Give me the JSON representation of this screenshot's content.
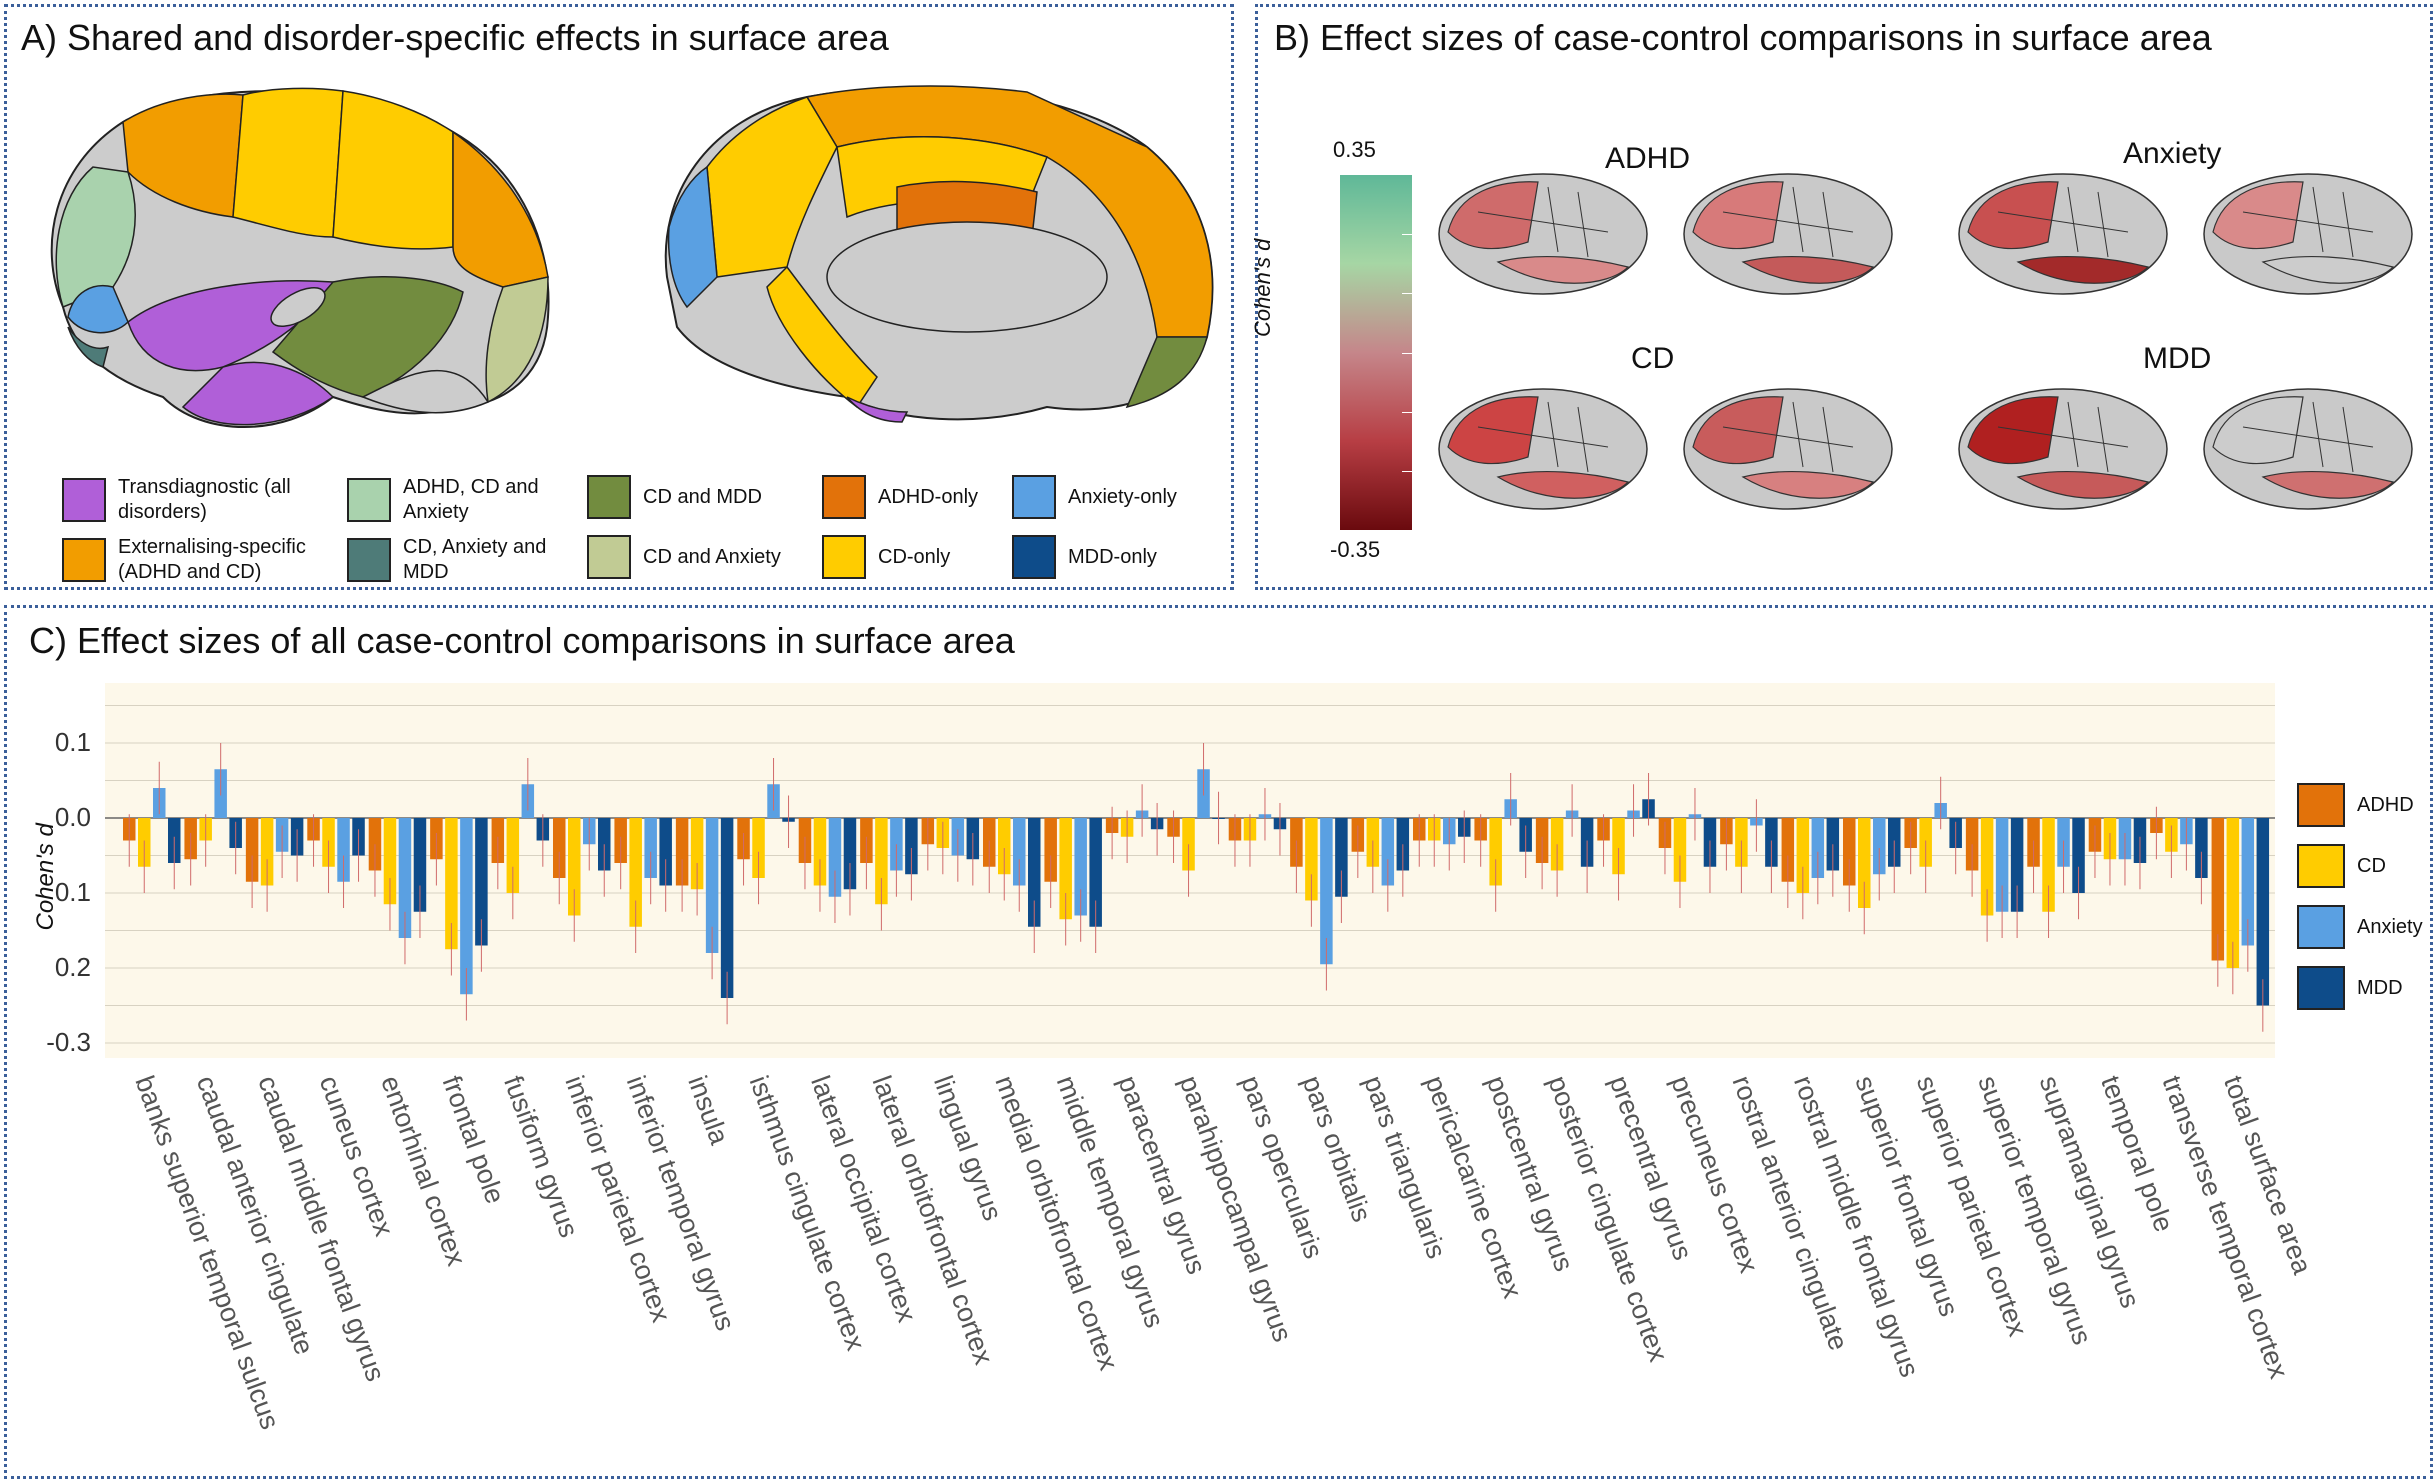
{
  "panels": {
    "a_title": "A) Shared and disorder-specific effects in surface area",
    "b_title": "B) Effect sizes of case-control comparisons in surface area",
    "c_title": "C) Effect sizes of all case-control comparisons in surface area"
  },
  "panel_a": {
    "legend": [
      {
        "label": "Transdiagnostic (all disorders)",
        "color": "#b05fd8"
      },
      {
        "label": "ADHD, CD and Anxiety",
        "color": "#a9d2ad"
      },
      {
        "label": "CD and MDD",
        "color": "#728c3f"
      },
      {
        "label": "ADHD-only",
        "color": "#e2720a"
      },
      {
        "label": "Anxiety-only",
        "color": "#5aa0e2"
      },
      {
        "label": "Externalising-specific (ADHD and CD)",
        "color": "#f29d00"
      },
      {
        "label": "CD, Anxiety and MDD",
        "color": "#4e7b78"
      },
      {
        "label": "CD and Anxiety",
        "color": "#c1cb94"
      },
      {
        "label": "CD-only",
        "color": "#ffcc00"
      },
      {
        "label": "MDD-only",
        "color": "#0e4c8a"
      }
    ]
  },
  "panel_b": {
    "colorbar": {
      "max_label": "0.35",
      "min_label": "-0.35",
      "title": "Cohen's d",
      "colors": [
        "#5fb898",
        "#a6d6a4",
        "#c5868a",
        "#b73e44",
        "#6a0a0e"
      ]
    },
    "groups": [
      "ADHD",
      "Anxiety",
      "CD",
      "MDD"
    ]
  },
  "chart_data": {
    "type": "bar",
    "ylabel": "Cohen's d",
    "ylim": [
      -0.32,
      0.18
    ],
    "y_ticks": [
      {
        "v": 0.1,
        "label": "0.1"
      },
      {
        "v": 0.0,
        "label": "0.0"
      },
      {
        "v": -0.1,
        "label": "0.1"
      },
      {
        "v": -0.2,
        "label": "0.2"
      },
      {
        "v": -0.3,
        "label": "-0.3"
      }
    ],
    "colors": {
      "ADHD": "#e2720a",
      "CD": "#ffcc00",
      "Anxiety": "#5aa0e2",
      "MDD": "#0e4c8a"
    },
    "categories": [
      "banks superior temporal sulcus",
      "caudal anterior cingulate",
      "caudal middle frontal gyrus",
      "cuneus cortex",
      "entorhinal cortex",
      "frontal pole",
      "fusiform gyrus",
      "inferior parietal cortex",
      "inferior temporal gyrus",
      "insula",
      "isthmus cingulate cortex",
      "lateral occipital cortex",
      "lateral orbitofrontal cortex",
      "lingual gyrus",
      "medial orbitofrontal cortex",
      "middle temporal gyrus",
      "paracentral gyrus",
      "parahippocampal gyrus",
      "pars opercularis",
      "pars orbitalis",
      "pars triangularis",
      "pericalcarine cortex",
      "postcentral gyrus",
      "posterior cingulate cortex",
      "precentral gyrus",
      "precuneus cortex",
      "rostral anterior cingulate",
      "rostral middle frontal gyrus",
      "superior frontal gyrus",
      "superior parietal cortex",
      "superior temporal gyrus",
      "supramarginal gyrus",
      "temporal pole",
      "transverse temporal cortex",
      "total surface area"
    ],
    "series": [
      {
        "name": "ADHD",
        "values": [
          -0.03,
          -0.055,
          -0.085,
          -0.03,
          -0.07,
          -0.055,
          -0.06,
          -0.08,
          -0.06,
          -0.09,
          -0.055,
          -0.06,
          -0.06,
          -0.035,
          -0.065,
          -0.085,
          -0.02,
          -0.025,
          -0.03,
          -0.065,
          -0.045,
          -0.03,
          -0.03,
          -0.06,
          -0.03,
          -0.04,
          -0.035,
          -0.085,
          -0.09,
          -0.04,
          -0.07,
          -0.065,
          -0.045,
          -0.02,
          -0.19
        ]
      },
      {
        "name": "CD",
        "values": [
          -0.065,
          -0.03,
          -0.09,
          -0.065,
          -0.115,
          -0.175,
          -0.1,
          -0.13,
          -0.145,
          -0.095,
          -0.08,
          -0.09,
          -0.115,
          -0.04,
          -0.075,
          -0.135,
          -0.025,
          -0.07,
          -0.03,
          -0.11,
          -0.065,
          -0.03,
          -0.09,
          -0.07,
          -0.075,
          -0.085,
          -0.065,
          -0.1,
          -0.12,
          -0.065,
          -0.13,
          -0.125,
          -0.055,
          -0.045,
          -0.2
        ]
      },
      {
        "name": "Anxiety",
        "values": [
          0.04,
          0.065,
          -0.045,
          -0.085,
          -0.16,
          -0.235,
          0.045,
          -0.035,
          -0.08,
          -0.18,
          0.045,
          -0.105,
          -0.07,
          -0.05,
          -0.09,
          -0.13,
          0.01,
          0.065,
          0.005,
          -0.195,
          -0.09,
          -0.035,
          0.025,
          0.01,
          0.01,
          0.005,
          -0.01,
          -0.08,
          -0.075,
          0.02,
          -0.125,
          -0.065,
          -0.055,
          -0.035,
          -0.17
        ]
      },
      {
        "name": "MDD",
        "values": [
          -0.06,
          -0.04,
          -0.05,
          -0.05,
          -0.125,
          -0.17,
          -0.03,
          -0.07,
          -0.09,
          -0.24,
          -0.005,
          -0.095,
          -0.075,
          -0.055,
          -0.145,
          -0.145,
          -0.015,
          0.0,
          -0.015,
          -0.105,
          -0.07,
          -0.025,
          -0.045,
          -0.065,
          0.025,
          -0.065,
          -0.065,
          -0.07,
          -0.065,
          -0.04,
          -0.125,
          -0.1,
          -0.06,
          -0.08,
          -0.25
        ]
      }
    ]
  }
}
